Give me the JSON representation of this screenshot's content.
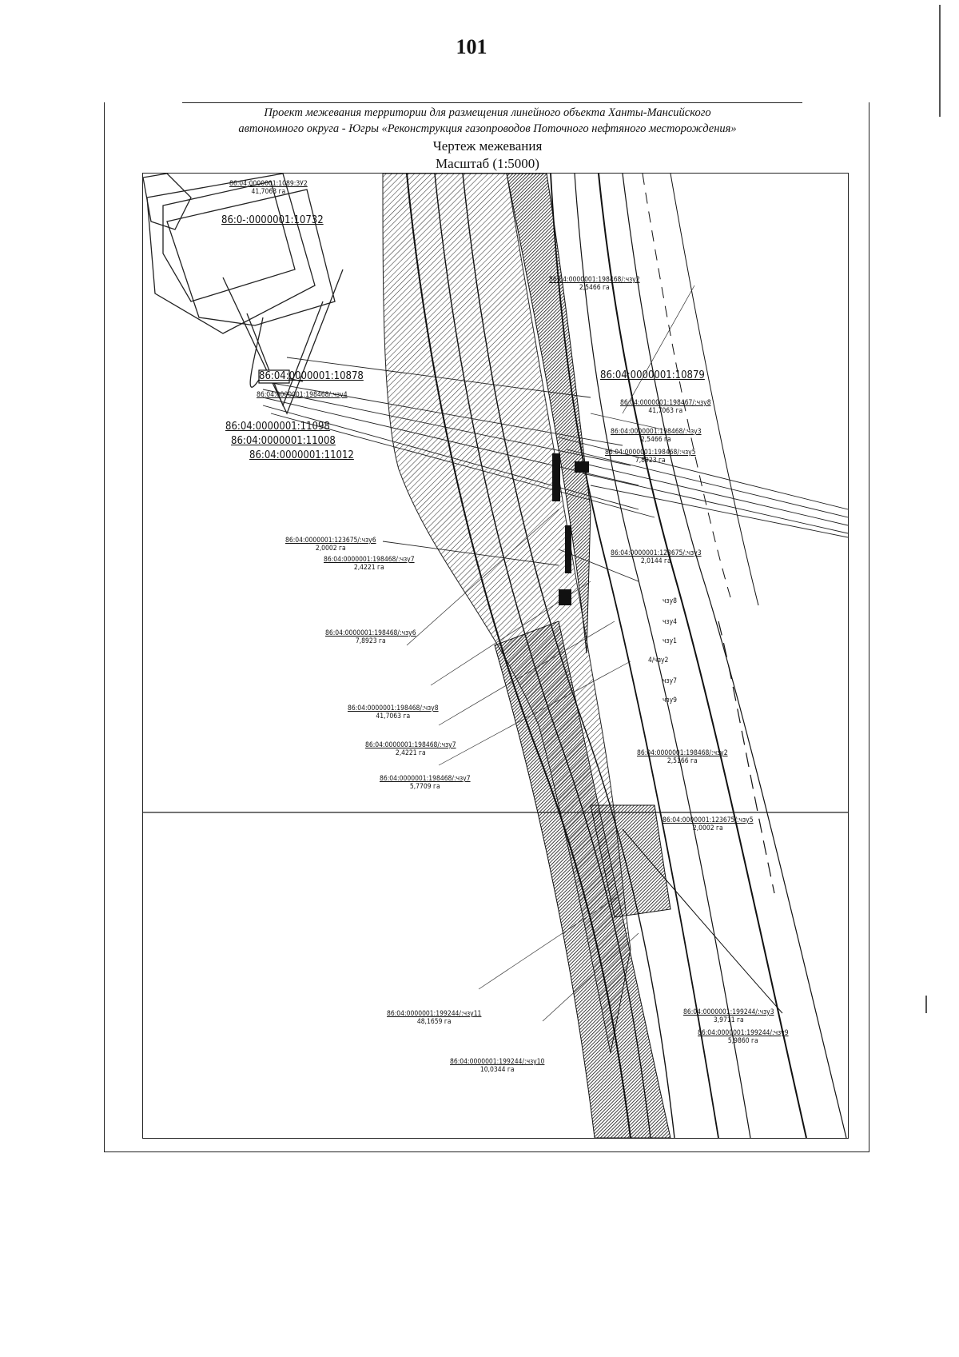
{
  "page_number": "101",
  "title": {
    "line1": "Проект межевания территории для размещения линейного объекта Ханты-Мансийского",
    "line2": "автономного округа - Югры «Реконструкция газопроводов Поточного нефтяного месторождения»",
    "drawing_name": "Чертеж межевания",
    "scale": "Масштаб (1:5000)"
  },
  "map_labels": [
    {
      "code": "86:04:0000001:1089:ЗУ2",
      "area": "41,7063 га"
    },
    {
      "code": "86:0-:0000001:10732",
      "area": ""
    },
    {
      "code": "86:04:0000001:198468/:чзу2",
      "area": "2,5466 га"
    },
    {
      "code": "86:04:0000001:10879",
      "area": ""
    },
    {
      "code": "86:04:0000001:10878",
      "area": ""
    },
    {
      "code": "86:04:0000001:198468/:чзу4",
      "area": ""
    },
    {
      "code": "86:04:0000001:198467/:чзу8",
      "area": "41,7063 га"
    },
    {
      "code": "86:04:0000001:11098",
      "area": ""
    },
    {
      "code": "86:04:0000001:11008",
      "area": ""
    },
    {
      "code": "86:04:0000001:11012",
      "area": ""
    },
    {
      "code": "86:04:0000001:198468/:чзу3",
      "area": "2,5466 га"
    },
    {
      "code": "86:04:0000001:198468/:чзу5",
      "area": "7,8923 га"
    },
    {
      "code": "86:04:0000001:123675/:чзу6",
      "area": "2,0002 га"
    },
    {
      "code": "86:04:0000001:198468/:чзу7",
      "area": "2,4221 га"
    },
    {
      "code": "86:04:0000001:123675/:чзу3",
      "area": "2,0144 га"
    },
    {
      "code": "86:04:0000001:198468/:чзу6",
      "area": "7,8923 га"
    },
    {
      "code": "86:04:0000001:198468/:чзу8",
      "area": "41,7063 га"
    },
    {
      "code": "86:04:0000001:198468/:чзу7",
      "area": "2,4221 га"
    },
    {
      "code": "86:04:0000001:198468/:чзу7",
      "area": "5,7709 га"
    },
    {
      "code": "86:04:0000001:198468/:чзу2",
      "area": "2,5166 га"
    },
    {
      "code": "86:04:0000001:123675/:чзу5",
      "area": "2,0002 га"
    },
    {
      "code": "86:04:0000001:199244/:чзу11",
      "area": "48,1659 га"
    },
    {
      "code": "86:04:0000001:199244/:чзу3",
      "area": "3,9711 га"
    },
    {
      "code": "86:04:0000001:199244/:чзу9",
      "area": "5,9860 га"
    },
    {
      "code": "86:04:0000001:199244/:чзу10",
      "area": "10,0344 га"
    }
  ],
  "right_edge_fragments": [
    "чзу8",
    "чзу4",
    "чзу1",
    "4/чзу2",
    "чзу7",
    "чзу9"
  ]
}
